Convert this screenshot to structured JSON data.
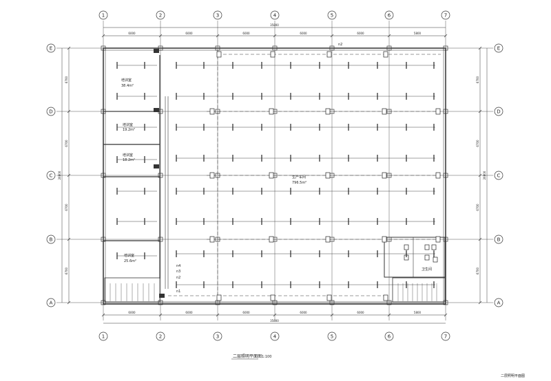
{
  "grid": {
    "columns": [
      "1",
      "2",
      "3",
      "4",
      "5",
      "6",
      "7"
    ],
    "rows": [
      "E",
      "D",
      "C",
      "B",
      "A"
    ]
  },
  "dimensions": {
    "top_spans": [
      "6000",
      "6000",
      "6000",
      "6000",
      "6000",
      "5800"
    ],
    "top_total": "35800",
    "bottom_spans": [
      "6000",
      "6000",
      "6000",
      "6000",
      "6000",
      "5800"
    ],
    "bottom_total": "35800",
    "left_spans": [
      "6700",
      "6700",
      "6700",
      "6700"
    ],
    "left_total": "26800",
    "right_spans": [
      "6700",
      "6700",
      "6700",
      "6700"
    ],
    "right_total": "26800"
  },
  "rooms": [
    {
      "name": "培训室",
      "area": "38.4m²"
    },
    {
      "name": "培训室",
      "area": "19.2m²"
    },
    {
      "name": "培训室",
      "area": "18.2m²"
    },
    {
      "name": "培训室",
      "area": "25.6m²"
    },
    {
      "name": "生产车间",
      "area": "796.5m²"
    },
    {
      "name": "卫生间",
      "area": ""
    }
  ],
  "circuits": [
    "n1",
    "n2",
    "n3",
    "n4"
  ],
  "title": "二层照明平面图",
  "scale": "1:100",
  "corner_note": "二层照明平面图"
}
